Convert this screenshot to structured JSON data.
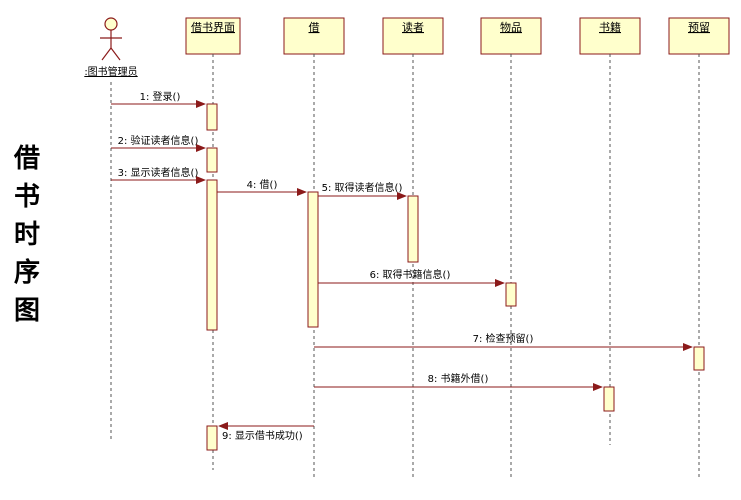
{
  "diagram": {
    "side_title": [
      "借",
      "书",
      "时",
      "序",
      "图"
    ],
    "actor": {
      "label": ":图书管理员"
    },
    "lifelines": [
      {
        "id": "ui",
        "label": "借书界面"
      },
      {
        "id": "borrow",
        "label": "借"
      },
      {
        "id": "reader",
        "label": "读者"
      },
      {
        "id": "item",
        "label": "物品"
      },
      {
        "id": "book",
        "label": "书籍"
      },
      {
        "id": "reserve",
        "label": "预留"
      }
    ],
    "messages": [
      {
        "num": "1",
        "label": "登录()"
      },
      {
        "num": "2",
        "label": "验证读者信息()"
      },
      {
        "num": "3",
        "label": "显示读者信息()"
      },
      {
        "num": "4",
        "label": "借()"
      },
      {
        "num": "5",
        "label": "取得读者信息()"
      },
      {
        "num": "6",
        "label": "取得书籍信息()"
      },
      {
        "num": "7",
        "label": "检查预留()"
      },
      {
        "num": "8",
        "label": "书籍外借()"
      },
      {
        "num": "9",
        "label": "显示借书成功()"
      }
    ],
    "colors": {
      "box_fill": "#ffffcc",
      "line": "#8b1a1a",
      "lifeline": "#555555",
      "text": "#000000"
    }
  }
}
